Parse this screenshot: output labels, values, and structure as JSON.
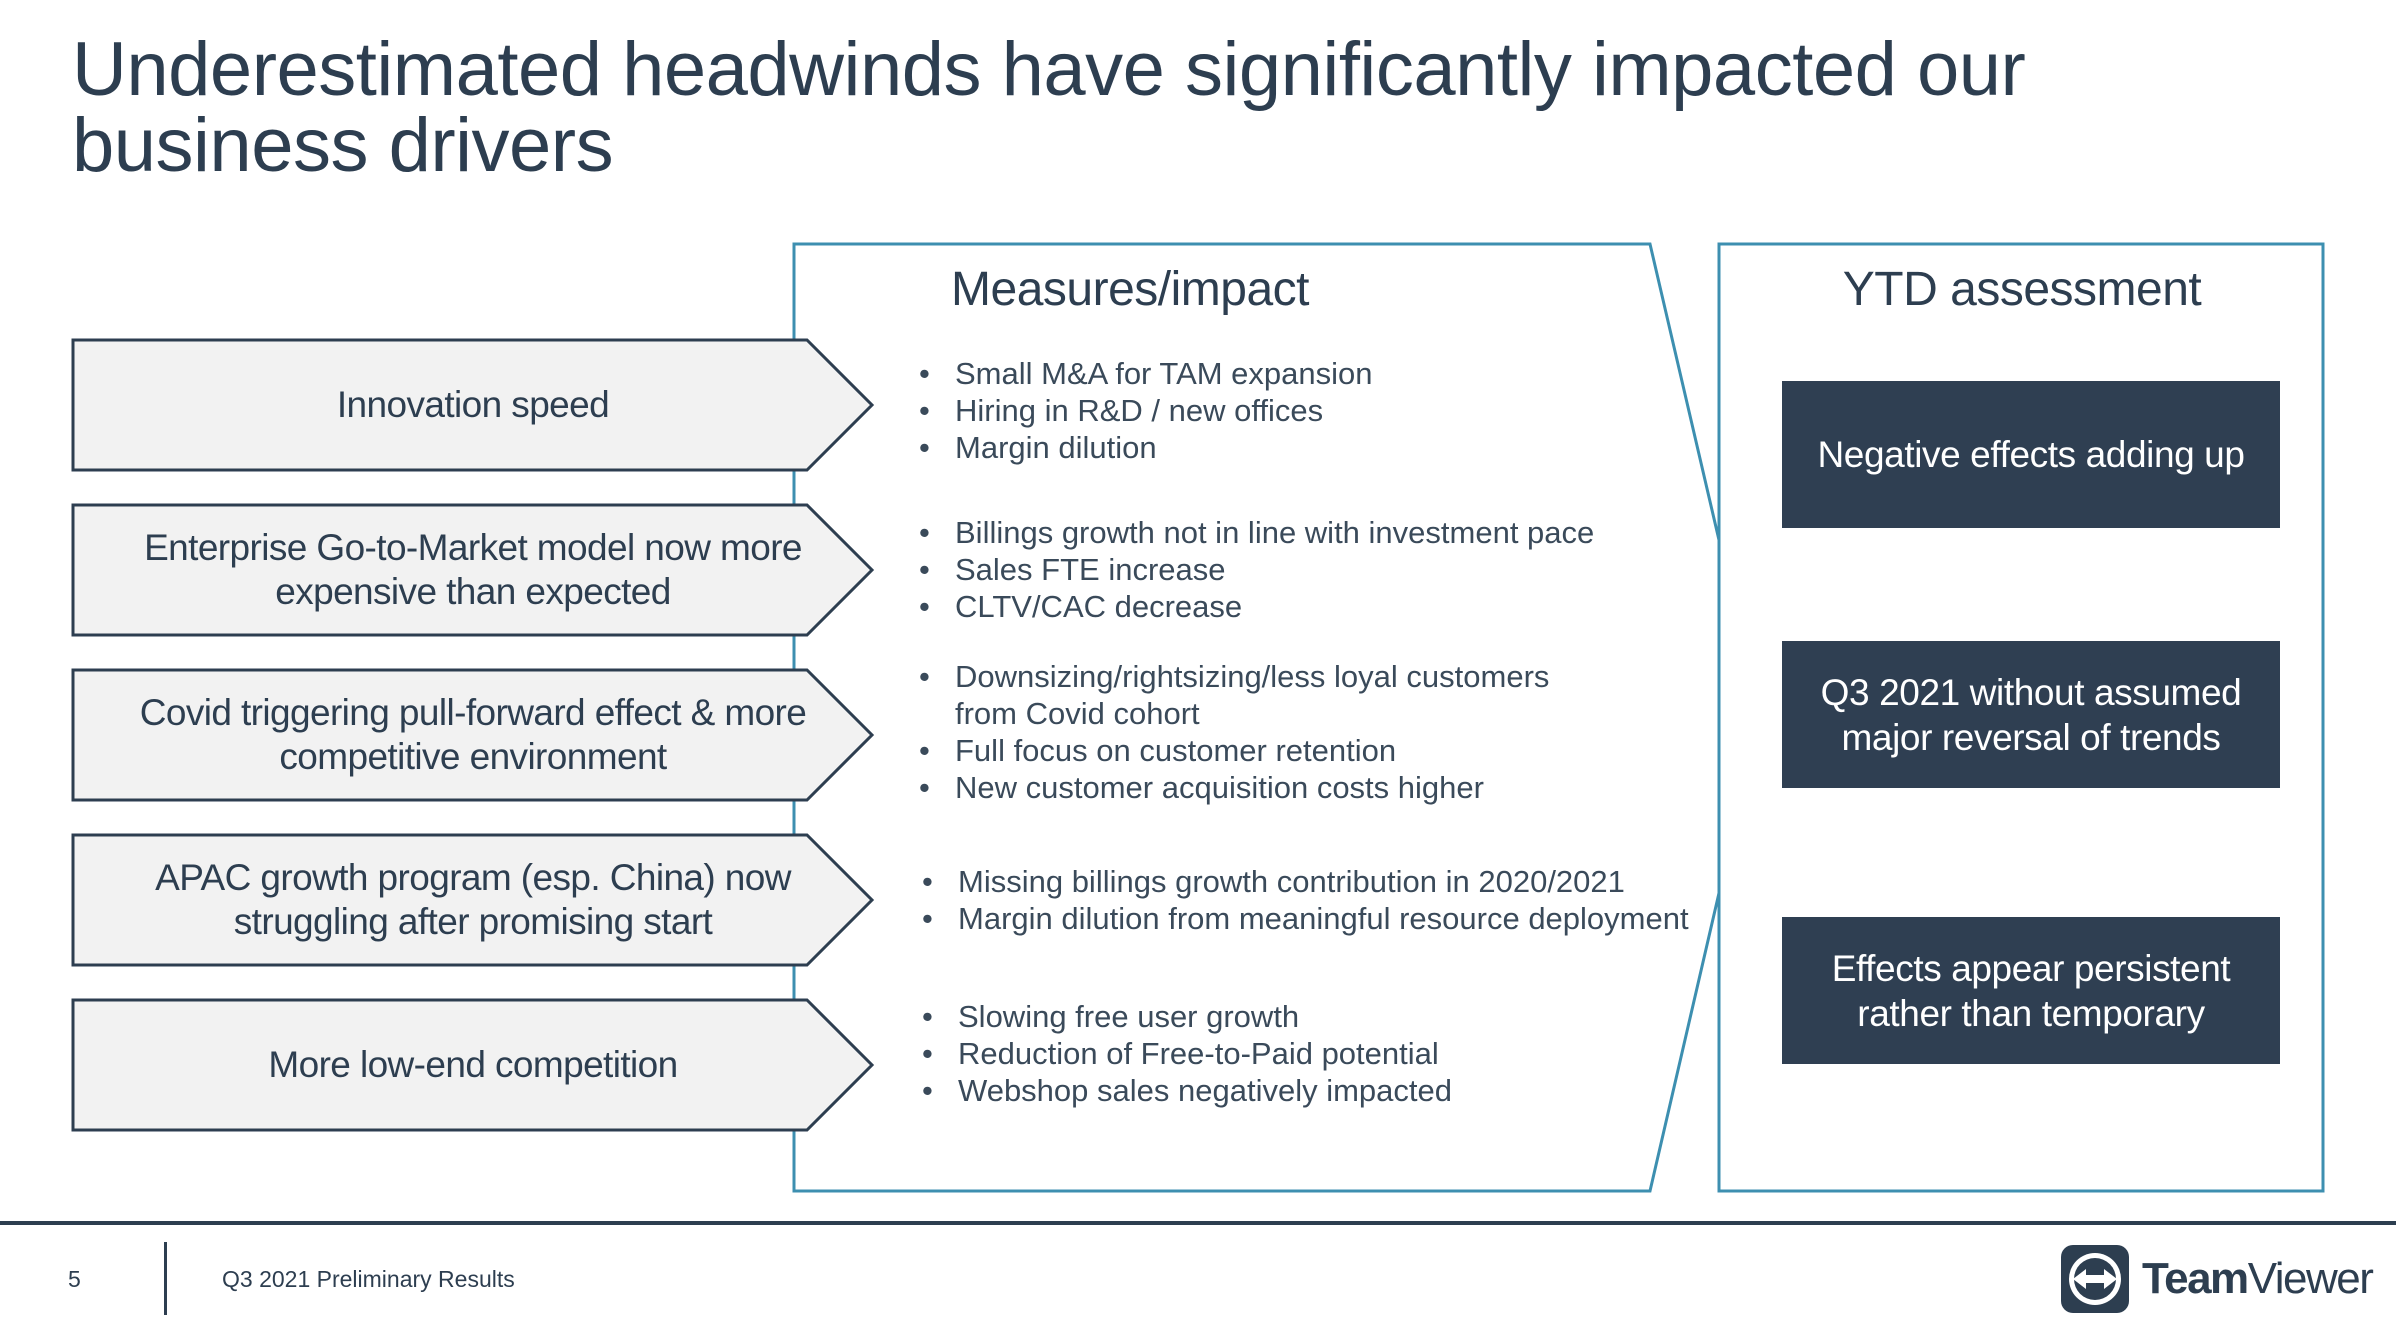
{
  "title": "Underestimated headwinds have significantly impacted our business drivers",
  "measures_heading": "Measures/impact",
  "ytd_heading": "YTD assessment",
  "drivers": [
    {
      "label": "Innovation speed",
      "measures": [
        "Small M&A for TAM expansion",
        "Hiring in R&D / new offices",
        "Margin dilution"
      ]
    },
    {
      "label": "Enterprise Go-to-Market model now more expensive than expected",
      "measures": [
        "Billings growth not in line with investment pace",
        "Sales FTE increase",
        "CLTV/CAC decrease"
      ]
    },
    {
      "label": "Covid triggering pull-forward effect & more competitive environment",
      "measures": [
        "Downsizing/rightsizing/less loyal customers from Covid cohort",
        "Full focus on customer retention",
        "New customer acquisition costs higher"
      ]
    },
    {
      "label": "APAC growth program (esp. China) now struggling after promising start",
      "measures": [
        "Missing billings growth contribution in 2020/2021",
        "Margin dilution from meaningful resource deployment"
      ]
    },
    {
      "label": "More low-end competition",
      "measures": [
        "Slowing free user growth",
        "Reduction of Free-to-Paid potential",
        "Webshop sales negatively impacted"
      ]
    }
  ],
  "assessments": [
    "Negative effects adding up",
    "Q3 2021 without assumed major reversal of trends",
    "Effects appear persistent rather than temporary"
  ],
  "footer": {
    "page_number": "5",
    "text": "Q3 2021 Preliminary Results",
    "logo_bold": "Team",
    "logo_regular": "Viewer"
  },
  "colors": {
    "navy": "#2d3e50",
    "teal_outline": "#3d8fb0",
    "arrow_fill": "#f2f2f2",
    "assessment_fill": "#2f3f52"
  }
}
